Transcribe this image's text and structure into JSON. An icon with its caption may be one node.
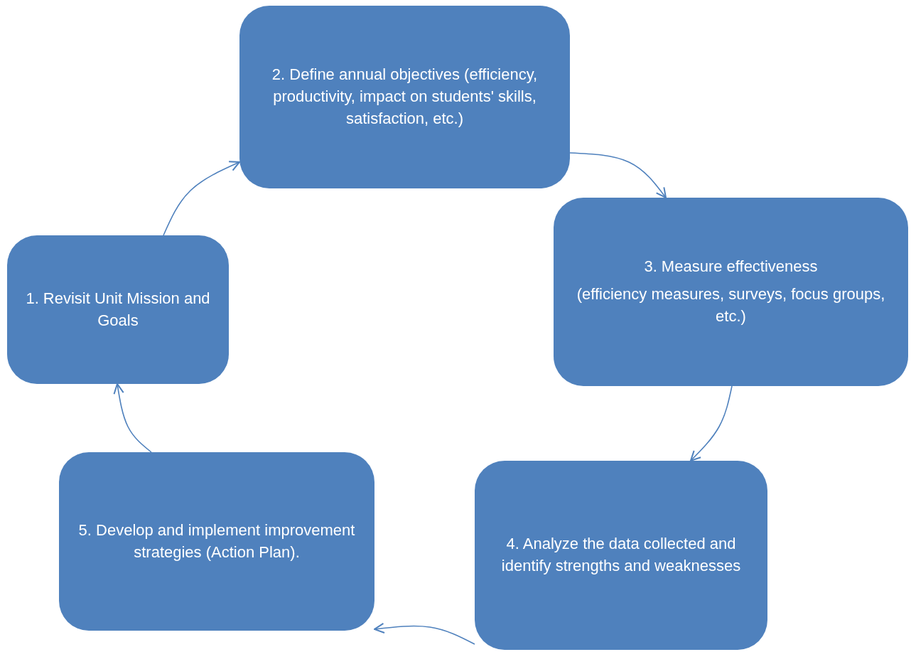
{
  "diagram": {
    "nodes": [
      {
        "text": [
          "1. Revisit Unit Mission and Goals"
        ]
      },
      {
        "text": [
          "2. Define annual objectives (efficiency, productivity, impact on students' skills, satisfaction, etc.)"
        ]
      },
      {
        "text": [
          "3. Measure effectiveness",
          "(efficiency measures, surveys, focus groups, etc.)"
        ]
      },
      {
        "text": [
          "4. Analyze the data collected and identify strengths and weaknesses"
        ]
      },
      {
        "text": [
          "5. Develop and implement improvement strategies (Action Plan)."
        ]
      }
    ],
    "edges": [
      {
        "from": 0,
        "to": 1,
        "arrow": "to"
      },
      {
        "from": 1,
        "to": 2,
        "arrow": "to"
      },
      {
        "from": 2,
        "to": 3,
        "arrow": "to"
      },
      {
        "from": 3,
        "to": 4,
        "arrow": "to"
      },
      {
        "from": 4,
        "to": 0,
        "arrow": "to"
      }
    ]
  }
}
